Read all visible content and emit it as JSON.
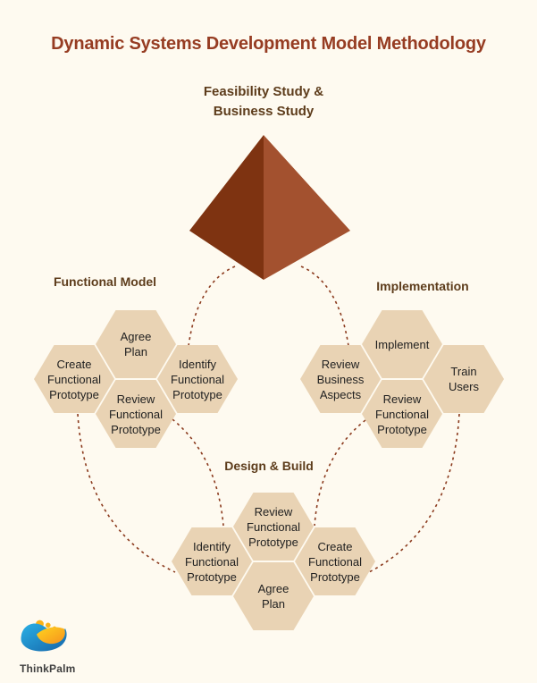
{
  "page": {
    "title": "Dynamic Systems Development Model Methodology"
  },
  "pyramid": {
    "label": "Feasibility Study &\nBusiness Study",
    "left_face_color": "#7e3311",
    "right_face_color": "#a3512f"
  },
  "connectors": {
    "style": "dashed",
    "color": "#8b3a1d"
  },
  "clusters": [
    {
      "label": "Functional Model",
      "hexagons": [
        {
          "label": "Agree\nPlan"
        },
        {
          "label": "Create\nFunctional\nPrototype"
        },
        {
          "label": "Identify\nFunctional\nPrototype"
        },
        {
          "label": "Review\nFunctional\nPrototype"
        }
      ]
    },
    {
      "label": "Implementation",
      "hexagons": [
        {
          "label": "Implement"
        },
        {
          "label": "Review\nBusiness\nAspects"
        },
        {
          "label": "Train\nUsers"
        },
        {
          "label": "Review\nFunctional\nPrototype"
        }
      ]
    },
    {
      "label": "Design & Build",
      "hexagons": [
        {
          "label": "Review\nFunctional\nPrototype"
        },
        {
          "label": "Identify\nFunctional\nPrototype"
        },
        {
          "label": "Create\nFunctional\nPrototype"
        },
        {
          "label": "Agree\nPlan"
        }
      ]
    }
  ],
  "logo": {
    "text": "ThinkPalm"
  },
  "colors": {
    "background": "#fefaf0",
    "title": "#963c22",
    "section_label": "#5d3c1b",
    "hexagon_fill": "#e9d3b4",
    "hexagon_text": "#212121",
    "logo_blue_light": "#2bb0e5",
    "logo_blue_dark": "#1565a9",
    "logo_yellow_light": "#ffd41f",
    "logo_orange": "#f6921e",
    "logo_dot_yellow": "#fbb216",
    "logo_text": "#3f3f3f"
  }
}
